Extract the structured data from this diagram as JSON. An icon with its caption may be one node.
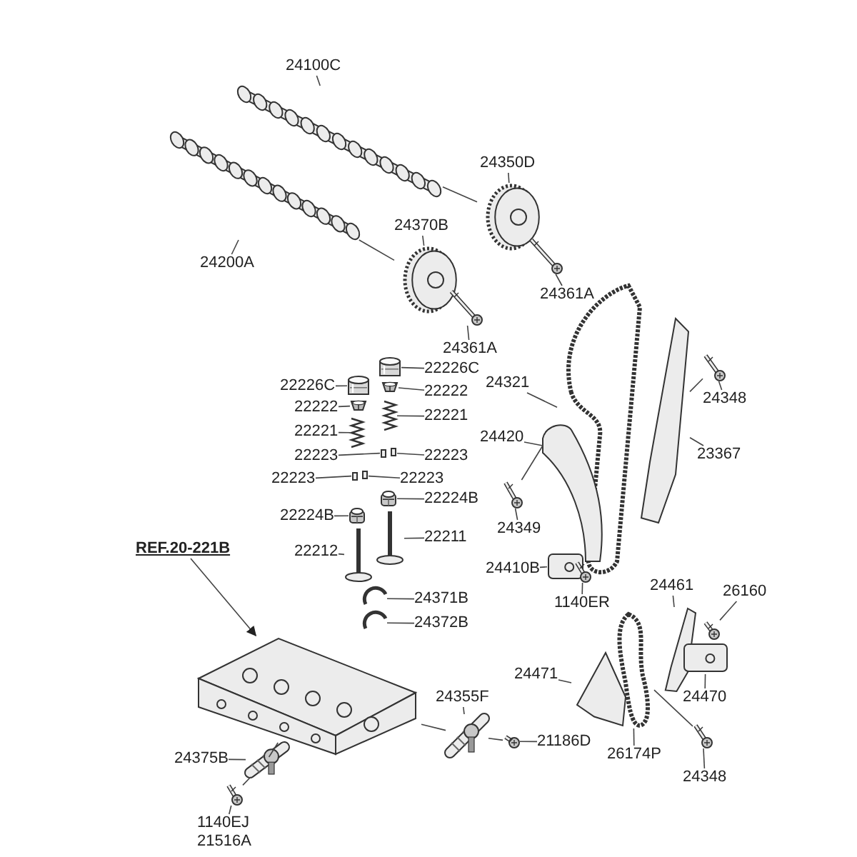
{
  "diagram": {
    "nodes": [
      {
        "text": [
          "24100C"
        ]
      },
      {
        "text": [],
        "shape": "picture"
      },
      {
        "text": [
          "24200A"
        ]
      },
      {
        "text": [],
        "shape": "picture"
      },
      {
        "text": [
          "24350D"
        ]
      },
      {
        "text": [],
        "shape": "picture"
      },
      {
        "text": [
          "24361A"
        ]
      },
      {
        "text": [],
        "shape": "picture"
      },
      {
        "text": [
          "24370B"
        ]
      },
      {
        "text": [],
        "shape": "picture"
      },
      {
        "text": [
          "24361A"
        ]
      },
      {
        "text": [],
        "shape": "picture"
      },
      {
        "text": [
          "22226C"
        ]
      },
      {
        "text": [],
        "shape": "picture"
      },
      {
        "text": [
          "22226C"
        ]
      },
      {
        "text": [],
        "shape": "picture"
      },
      {
        "text": [
          "22222"
        ]
      },
      {
        "text": [],
        "shape": "picture"
      },
      {
        "text": [
          "22222"
        ]
      },
      {
        "text": [],
        "shape": "picture"
      },
      {
        "text": [
          "22221"
        ]
      },
      {
        "text": [],
        "shape": "picture"
      },
      {
        "text": [
          "22221"
        ]
      },
      {
        "text": [],
        "shape": "picture"
      },
      {
        "text": [
          "22223"
        ]
      },
      {
        "text": [
          "22223"
        ]
      },
      {
        "text": [],
        "shape": "picture"
      },
      {
        "text": [
          "22223"
        ]
      },
      {
        "text": [
          "22223"
        ]
      },
      {
        "text": [],
        "shape": "picture"
      },
      {
        "text": [
          "22224B"
        ]
      },
      {
        "text": [],
        "shape": "picture"
      },
      {
        "text": [
          "22224B"
        ]
      },
      {
        "text": [],
        "shape": "picture"
      },
      {
        "text": [
          "22211"
        ]
      },
      {
        "text": [],
        "shape": "picture"
      },
      {
        "text": [
          "22212"
        ]
      },
      {
        "text": [],
        "shape": "picture"
      },
      {
        "text": [
          "REF.20-221B"
        ]
      },
      {
        "text": [],
        "shape": "picture"
      },
      {
        "text": [
          "24371B"
        ]
      },
      {
        "text": [],
        "shape": "picture"
      },
      {
        "text": [
          "24372B"
        ]
      },
      {
        "text": [],
        "shape": "picture"
      },
      {
        "text": [
          "24375B"
        ]
      },
      {
        "text": [],
        "shape": "picture"
      },
      {
        "text": [
          "1140EJ",
          "21516A"
        ]
      },
      {
        "text": [],
        "shape": "picture"
      },
      {
        "text": [
          "24355F"
        ]
      },
      {
        "text": [],
        "shape": "picture"
      },
      {
        "text": [
          "21186D"
        ]
      },
      {
        "text": [],
        "shape": "picture"
      },
      {
        "text": [
          "24321"
        ]
      },
      {
        "text": [],
        "shape": "picture"
      },
      {
        "text": [
          "24348"
        ]
      },
      {
        "text": [],
        "shape": "picture"
      },
      {
        "text": [
          "23367"
        ]
      },
      {
        "text": [],
        "shape": "picture"
      },
      {
        "text": [
          "24420"
        ]
      },
      {
        "text": [],
        "shape": "picture"
      },
      {
        "text": [
          "24349"
        ]
      },
      {
        "text": [],
        "shape": "picture"
      },
      {
        "text": [
          "24410B"
        ]
      },
      {
        "text": [],
        "shape": "picture"
      },
      {
        "text": [
          "1140ER"
        ]
      },
      {
        "text": [],
        "shape": "picture"
      },
      {
        "text": [
          "24461"
        ]
      },
      {
        "text": [],
        "shape": "picture"
      },
      {
        "text": [
          "26160"
        ]
      },
      {
        "text": [],
        "shape": "picture"
      },
      {
        "text": [
          "24470"
        ]
      },
      {
        "text": [],
        "shape": "picture"
      },
      {
        "text": [
          "24471"
        ]
      },
      {
        "text": [],
        "shape": "picture"
      },
      {
        "text": [
          "26174P"
        ]
      },
      {
        "text": [],
        "shape": "picture"
      },
      {
        "text": [
          "24348"
        ]
      },
      {
        "text": [],
        "shape": "picture"
      }
    ],
    "edges": [
      {
        "from": 0,
        "to": 1,
        "arrow": "none"
      },
      {
        "from": 2,
        "to": 3,
        "arrow": "none"
      },
      {
        "from": 4,
        "to": 5,
        "arrow": "none"
      },
      {
        "from": 6,
        "to": 7,
        "arrow": "none"
      },
      {
        "from": 8,
        "to": 9,
        "arrow": "none"
      },
      {
        "from": 10,
        "to": 11,
        "arrow": "none"
      },
      {
        "from": 12,
        "to": 13,
        "arrow": "none"
      },
      {
        "from": 14,
        "to": 15,
        "arrow": "none"
      },
      {
        "from": 16,
        "to": 17,
        "arrow": "none"
      },
      {
        "from": 18,
        "to": 19,
        "arrow": "none"
      },
      {
        "from": 20,
        "to": 21,
        "arrow": "none"
      },
      {
        "from": 22,
        "to": 23,
        "arrow": "none"
      },
      {
        "from": 24,
        "to": 26,
        "arrow": "none"
      },
      {
        "from": 25,
        "to": 26,
        "arrow": "none"
      },
      {
        "from": 27,
        "to": 29,
        "arrow": "none"
      },
      {
        "from": 28,
        "to": 29,
        "arrow": "none"
      },
      {
        "from": 30,
        "to": 31,
        "arrow": "none"
      },
      {
        "from": 32,
        "to": 33,
        "arrow": "none"
      },
      {
        "from": 34,
        "to": 35,
        "arrow": "none"
      },
      {
        "from": 36,
        "to": 37,
        "arrow": "none"
      },
      {
        "from": 38,
        "to": 39,
        "arrow": "to"
      },
      {
        "from": 40,
        "to": 41,
        "arrow": "none"
      },
      {
        "from": 42,
        "to": 43,
        "arrow": "none"
      },
      {
        "from": 44,
        "to": 45,
        "arrow": "none"
      },
      {
        "from": 46,
        "to": 47,
        "arrow": "none"
      },
      {
        "from": 48,
        "to": 49,
        "arrow": "none"
      },
      {
        "from": 50,
        "to": 51,
        "arrow": "none"
      },
      {
        "from": 52,
        "to": 53,
        "arrow": "none"
      },
      {
        "from": 54,
        "to": 55,
        "arrow": "none"
      },
      {
        "from": 56,
        "to": 57,
        "arrow": "none"
      },
      {
        "from": 58,
        "to": 59,
        "arrow": "none"
      },
      {
        "from": 60,
        "to": 61,
        "arrow": "none"
      },
      {
        "from": 62,
        "to": 63,
        "arrow": "none"
      },
      {
        "from": 64,
        "to": 65,
        "arrow": "none"
      },
      {
        "from": 66,
        "to": 67,
        "arrow": "none"
      },
      {
        "from": 68,
        "to": 69,
        "arrow": "none"
      },
      {
        "from": 70,
        "to": 71,
        "arrow": "none"
      },
      {
        "from": 72,
        "to": 73,
        "arrow": "none"
      },
      {
        "from": 74,
        "to": 75,
        "arrow": "none"
      },
      {
        "from": 76,
        "to": 77,
        "arrow": "none"
      },
      {
        "from": 1,
        "to": 5,
        "arrow": "none"
      },
      {
        "from": 3,
        "to": 9,
        "arrow": "none"
      },
      {
        "from": 39,
        "to": 49,
        "arrow": "none"
      },
      {
        "from": 39,
        "to": 45,
        "arrow": "none"
      },
      {
        "from": 45,
        "to": 47,
        "arrow": "none"
      },
      {
        "from": 49,
        "to": 51,
        "arrow": "none"
      },
      {
        "from": 61,
        "to": 59,
        "arrow": "none"
      },
      {
        "from": 55,
        "to": 57,
        "arrow": "none"
      },
      {
        "from": 77,
        "to": 75,
        "arrow": "none"
      }
    ]
  }
}
